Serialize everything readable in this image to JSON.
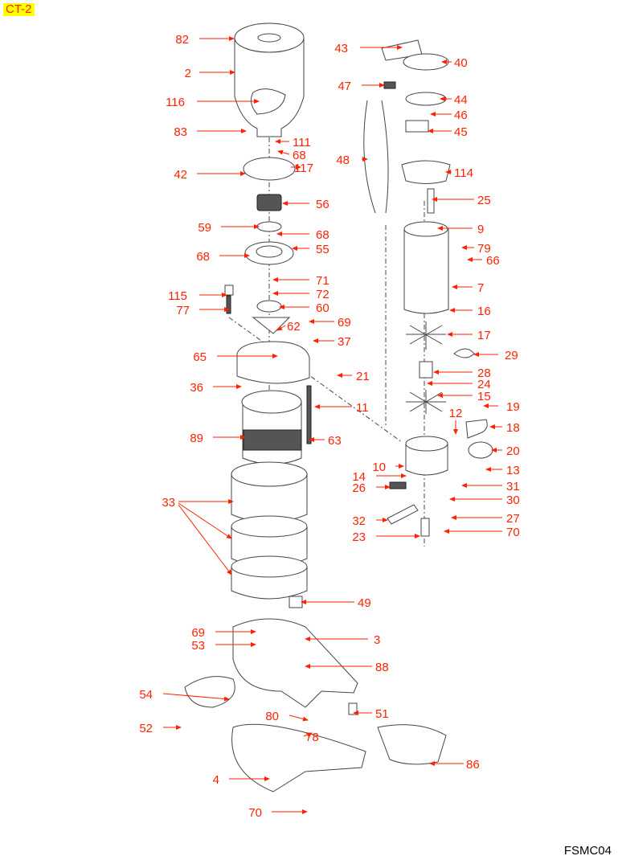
{
  "sheet_id": "CT-2",
  "drawing_code": "FSMC04",
  "colors": {
    "callout": "#ff2200",
    "badge_bg": "#ffff00"
  },
  "callouts": [
    "82",
    "2",
    "116",
    "83",
    "111",
    "68",
    "117",
    "42",
    "56",
    "59",
    "68",
    "55",
    "68",
    "71",
    "72",
    "60",
    "115",
    "77",
    "62",
    "69",
    "37",
    "65",
    "21",
    "36",
    "11",
    "89",
    "63",
    "33",
    "49",
    "69",
    "53",
    "3",
    "88",
    "54",
    "51",
    "80",
    "78",
    "52",
    "86",
    "4",
    "70",
    "43",
    "40",
    "47",
    "44",
    "46",
    "45",
    "48",
    "114",
    "25",
    "9",
    "79",
    "66",
    "7",
    "16",
    "17",
    "29",
    "28",
    "24",
    "15",
    "19",
    "12",
    "18",
    "20",
    "13",
    "10",
    "14",
    "31",
    "26",
    "30",
    "32",
    "27",
    "70",
    "23"
  ]
}
